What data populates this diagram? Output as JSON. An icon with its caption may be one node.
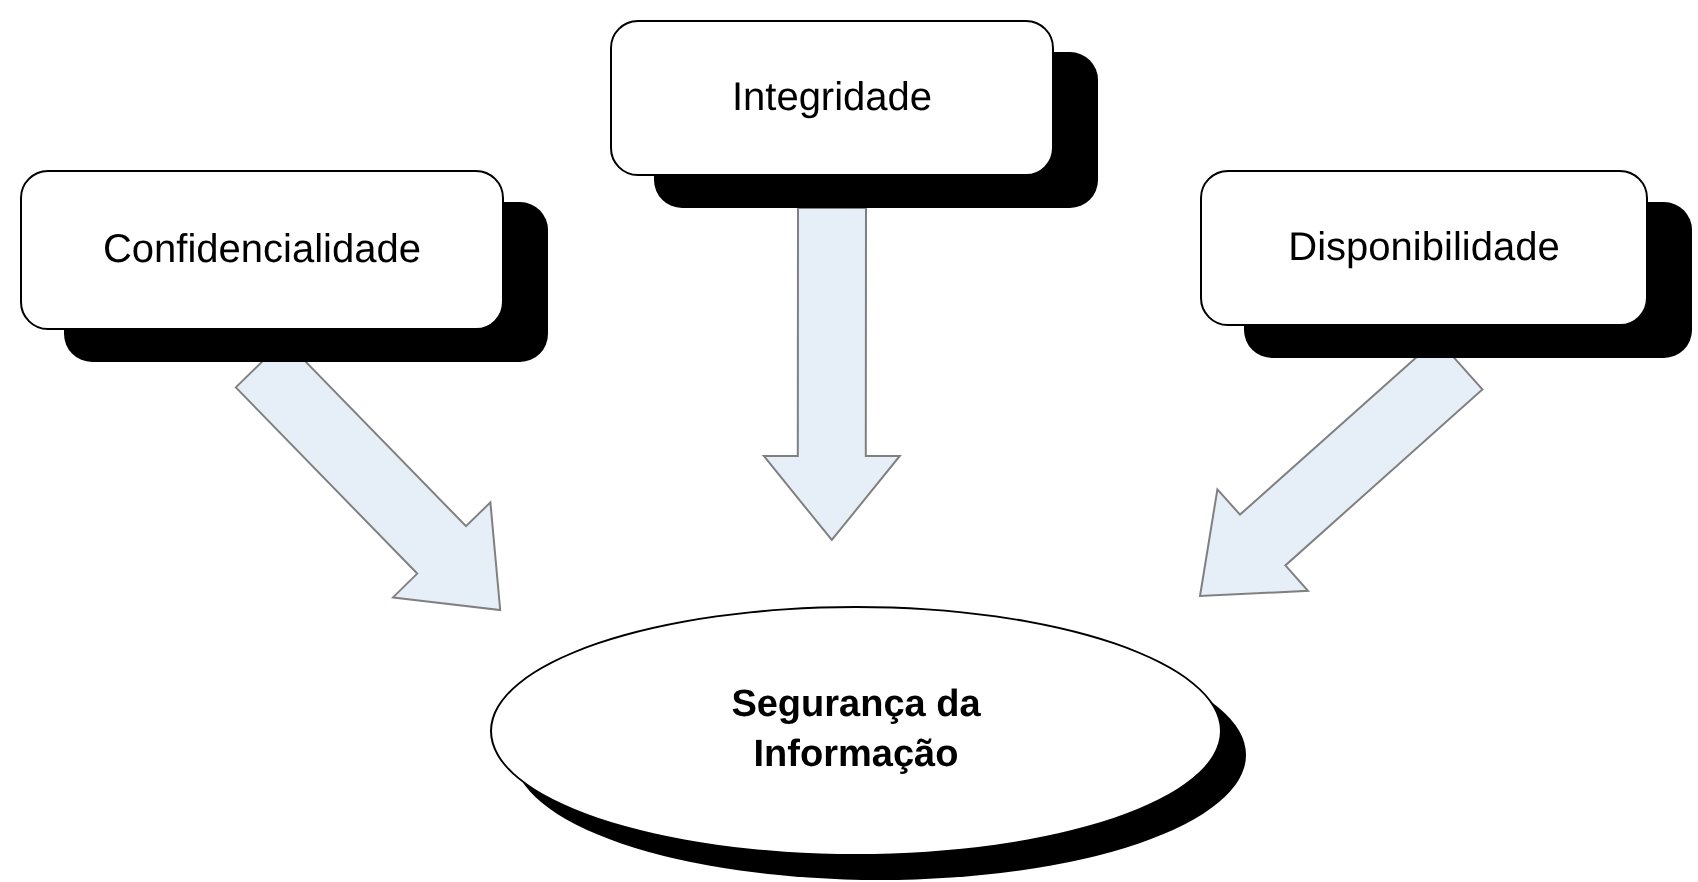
{
  "diagram": {
    "nodes": [
      {
        "text": [
          "Confidencialidade"
        ]
      },
      {
        "text": [
          "Integridade"
        ]
      },
      {
        "text": [
          "Disponibilidade"
        ]
      },
      {
        "text": [
          "Segurança da Informação"
        ]
      }
    ],
    "edges": [
      {
        "from": 0,
        "to": 3,
        "arrow": "to"
      },
      {
        "from": 1,
        "to": 3,
        "arrow": "to"
      },
      {
        "from": 2,
        "to": 3,
        "arrow": "to"
      }
    ]
  }
}
